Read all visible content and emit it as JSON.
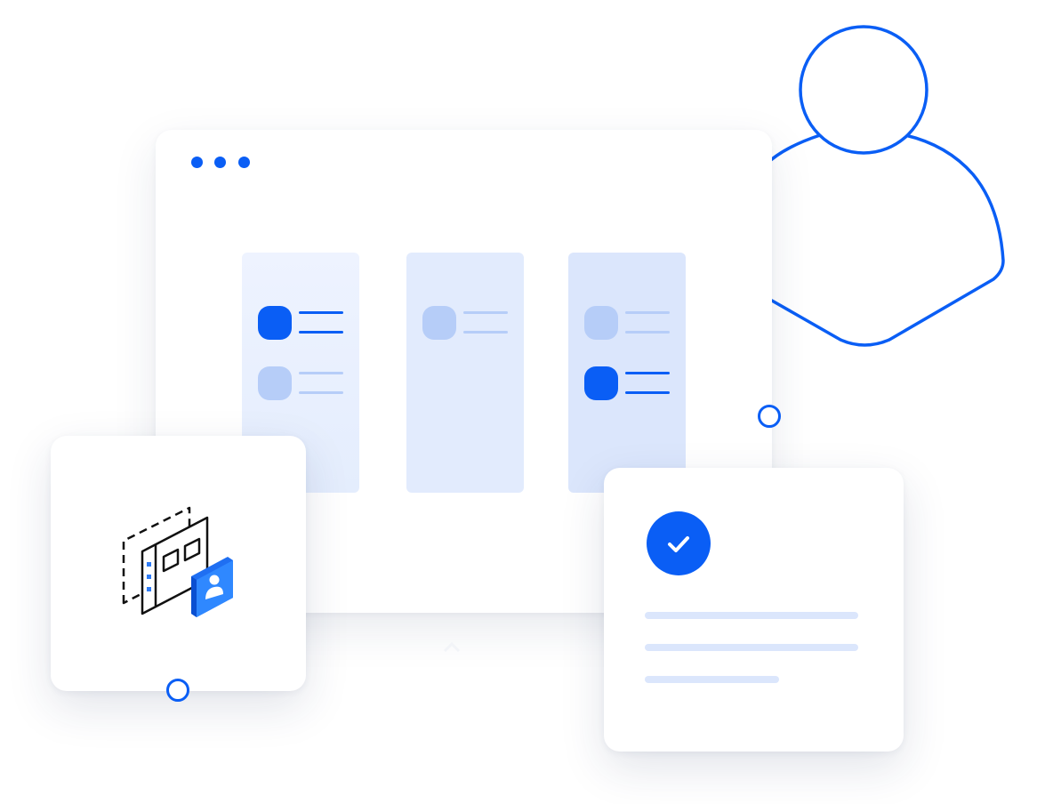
{
  "colors": {
    "accent": "#0a5ef5",
    "accent_light": "#b6cdf8",
    "column_bg": "#e2ebfd",
    "line_light": "#dbe6fc",
    "card_bg": "#ffffff"
  },
  "window": {
    "dots": [
      "dot",
      "dot",
      "dot"
    ],
    "columns": [
      {
        "rows": [
          {
            "state": "active"
          },
          {
            "state": "faded"
          }
        ]
      },
      {
        "rows": [
          {
            "state": "faded"
          }
        ]
      },
      {
        "rows": [
          {
            "state": "faded"
          },
          {
            "state": "active"
          }
        ]
      }
    ]
  },
  "icons": {
    "person": "user-outline-icon",
    "isometric": "layout-user-icon",
    "check": "check-icon"
  }
}
